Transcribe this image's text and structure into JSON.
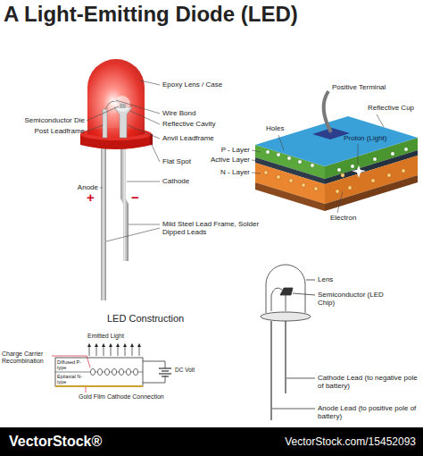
{
  "diagram": {
    "title": "A Light-Emitting Diode (LED)",
    "nodes": [
      {
        "text": [
          "VectorStock®",
          "VectorStock.com/15452093"
        ]
      }
    ],
    "labels": [
      "Epoxy Lens / Case",
      "Wire Bond",
      "Reflective Cavity",
      "Semiconductor Die",
      "Post Leadframe",
      "Anvil Leadframe",
      "Flat Spot",
      "Anode",
      "Cathode",
      "+",
      "−",
      "Mild Steel Lead Frame, Solder Dipped Leads",
      "Positive Terminal",
      "Holes",
      "Reflective Cup",
      "Proton (Light)",
      "P - Layer",
      "Active Layer",
      "N - Layer",
      "Electron",
      "LED Construction",
      "Emitted Light",
      "Charge Carrier Recombination",
      "Diffused P-type",
      "Epitaxial N-type",
      "Gold Film Cathode Connection",
      "DC Volt",
      "Lens",
      "Semiconductor (LED Chip)",
      "Cathode Lead (to negative pole of battery)",
      "Anode Lead (to positive pole of battery)"
    ]
  }
}
